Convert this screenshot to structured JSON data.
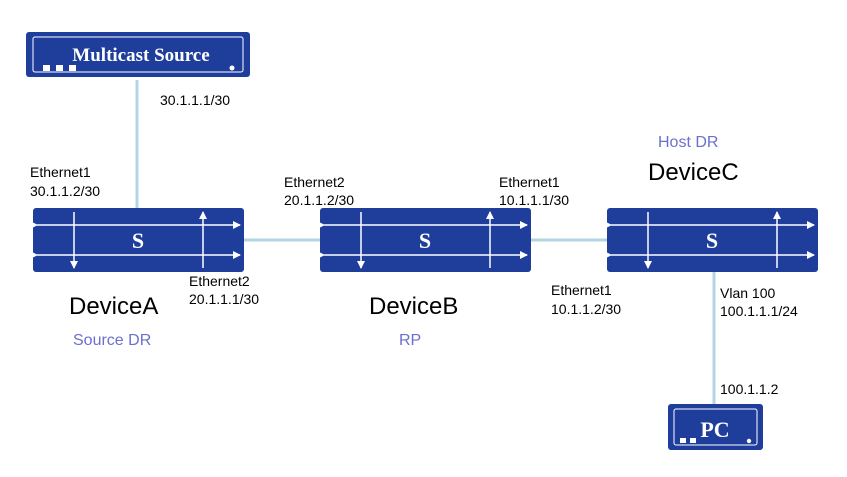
{
  "source_box": {
    "label": "Multicast Source"
  },
  "pc_box": {
    "label": "PC"
  },
  "devices": {
    "a": {
      "name": "DeviceA",
      "role": "Source DR",
      "symbol": "S"
    },
    "b": {
      "name": "DeviceB",
      "role": "RP",
      "symbol": "S"
    },
    "c": {
      "name": "DeviceC",
      "role": "Host DR",
      "symbol": "S"
    }
  },
  "interfaces": {
    "source_ip": "30.1.1.1/30",
    "a_eth1_name": "Ethernet1",
    "a_eth1_ip": "30.1.1.2/30",
    "a_eth2_name": "Ethernet2",
    "a_eth2_ip": "20.1.1.1/30",
    "b_eth2_name": "Ethernet2",
    "b_eth2_ip": "20.1.1.2/30",
    "b_eth1_name": "Ethernet1",
    "b_eth1_ip": "10.1.1.1/30",
    "c_eth1_name": "Ethernet1",
    "c_eth1_ip": "10.1.1.2/30",
    "c_vlan_name": "Vlan 100",
    "c_vlan_ip": "100.1.1.1/24",
    "pc_ip": "100.1.1.2"
  },
  "colors": {
    "device_fill": "#1f3e9c",
    "link": "#b3d4e3",
    "role_text": "#6b6fcf"
  }
}
